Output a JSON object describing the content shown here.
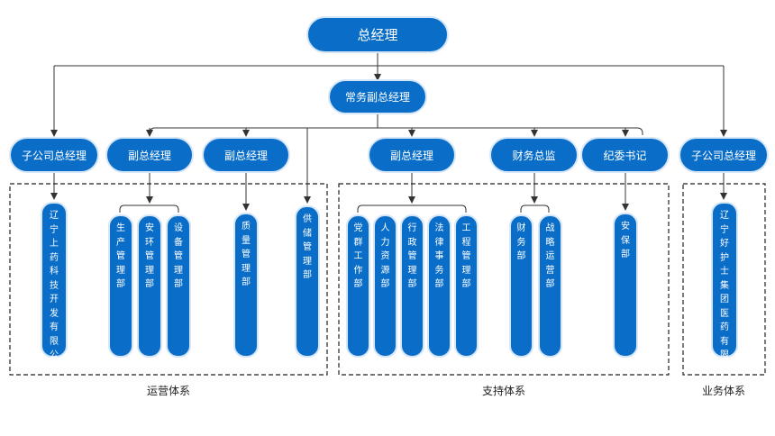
{
  "nodes": {
    "general_manager": "总经理",
    "executive_deputy": "常务副总经理",
    "sub_gm_left": "子公司总经理",
    "deputy_1": "副总经理",
    "deputy_2": "副总经理",
    "deputy_3": "副总经理",
    "finance_director": "财务总监",
    "discipline_secretary": "纪委书记",
    "sub_gm_right": "子公司总经理"
  },
  "departments": {
    "liaoning_pharma_tech": "辽宁上药科技开发有限公司",
    "production": "生产管理部",
    "safety_env": "安环管理部",
    "equipment": "设备管理部",
    "quality": "质量管理部",
    "supply": "供储管理部",
    "party_work": "党群工作部",
    "hr": "人力资源部",
    "admin": "行政管理部",
    "legal": "法律事务部",
    "engineering": "工程管理部",
    "finance": "财务部",
    "strategy": "战略运营部",
    "security": "安保部",
    "liaoning_nursing": "辽宁好护士集团医药有限公司"
  },
  "systems": {
    "operations": "运营体系",
    "support": "支持体系",
    "business": "业务体系"
  },
  "colors": {
    "node_fill": "#0a6ec9",
    "node_border": "#d5e6f8",
    "line": "#333333"
  }
}
